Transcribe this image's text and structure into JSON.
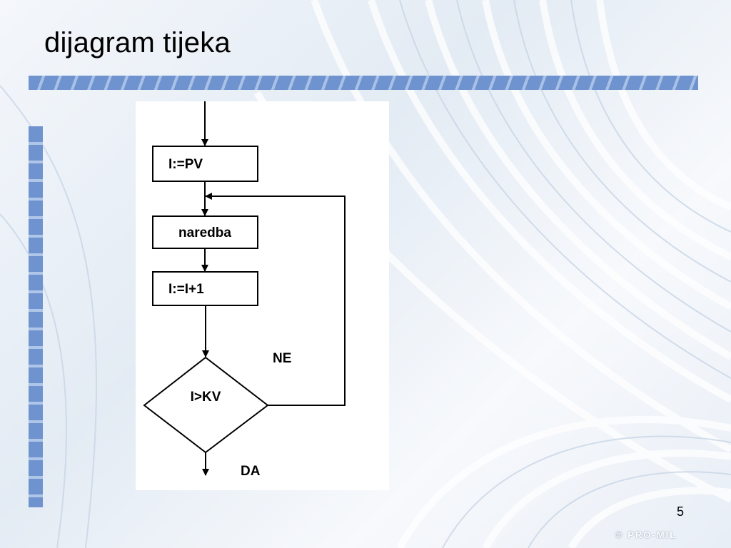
{
  "slide": {
    "title": "dijagram tijeka",
    "page_number": "5",
    "watermark": "© PRO-MIL"
  },
  "diagram": {
    "nodes": {
      "init": "I:=PV",
      "statement": "naredba",
      "increment": "I:=I+1",
      "condition": "I>KV"
    },
    "edges": {
      "no_label": "NE",
      "yes_label": "DA"
    }
  },
  "colors": {
    "accent": "#6f93cf",
    "line": "#000000",
    "panel": "#ffffff"
  }
}
